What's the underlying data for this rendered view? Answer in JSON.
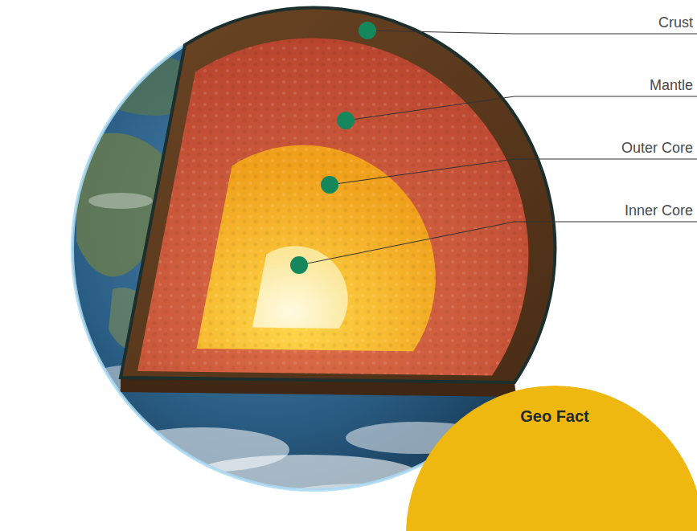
{
  "diagram": {
    "nodes": [
      {
        "text": [
          "Geo Fact"
        ]
      }
    ],
    "labels": [
      "Crust",
      "Mantle",
      "Outer Core",
      "Inner Core"
    ]
  }
}
